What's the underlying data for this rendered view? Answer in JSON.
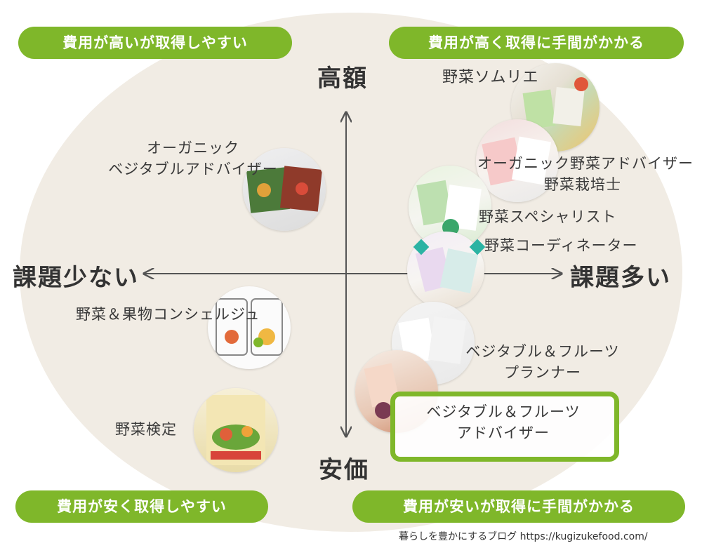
{
  "quadrants": {
    "top_left": "費用が高いが取得しやすい",
    "top_right": "費用が高く取得に手間がかかる",
    "bottom_left": "費用が安く取得しやすい",
    "bottom_right": "費用が安いが取得に手間がかかる"
  },
  "axes": {
    "top": "高額",
    "bottom": "安価",
    "left": "課題少ない",
    "right": "課題多い"
  },
  "items": {
    "vegetable_sommelier": "野菜ソムリエ",
    "organic_advisor_line1": "オーガニック野菜アドバイザー",
    "organic_advisor_line2": "野菜栽培士",
    "vegetable_specialist": "野菜スペシャリスト",
    "vegetable_coordinator": "野菜コーディネーター",
    "organic_vegetable_advisor_line1": "オーガニック",
    "organic_vegetable_advisor_line2": "ベジタブルアドバイザー",
    "fruit_concierge": "野菜＆果物コンシェルジュ",
    "vf_planner_line1": "ベジタブル＆フルーツ",
    "vf_planner_line2": "プランナー",
    "vf_advisor_line1": "ベジタブル＆フルーツ",
    "vf_advisor_line2": "アドバイザー",
    "vegetable_test": "野菜検定"
  },
  "credit": "暮らしを豊かにするブログ https://kugizukefood.com/",
  "colors": {
    "accent_green": "#7fb72a",
    "background_oval": "#f1ece4",
    "axis": "#555555"
  }
}
